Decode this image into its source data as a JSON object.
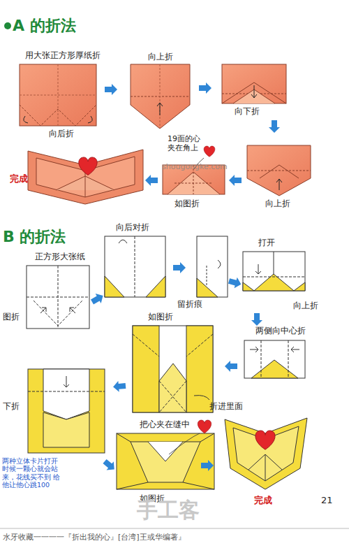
{
  "diagram": {
    "labels": [
      "A 的折法",
      "用大张正方形厚纸折",
      "向后折",
      "向上折",
      "向下折",
      "19面的心夹在角上",
      "如图折",
      "向上折",
      "完成",
      "B 的折法",
      "向后对折",
      "正方形大张纸",
      "打开",
      "留折痕",
      "向上折",
      "图折",
      "如图折",
      "两侧向中心折",
      "折进里面",
      "下折",
      "把心夹在缝中",
      "如图折",
      "完成",
      "两种立体卡片打开 时候一颗心就会站 来，花线买不到 给他让他心跳100",
      "21",
      "shougongke.com",
      "手工客",
      "水牙收藏一一一一『折出我的心』[台湾]王或华编著』"
    ]
  }
}
